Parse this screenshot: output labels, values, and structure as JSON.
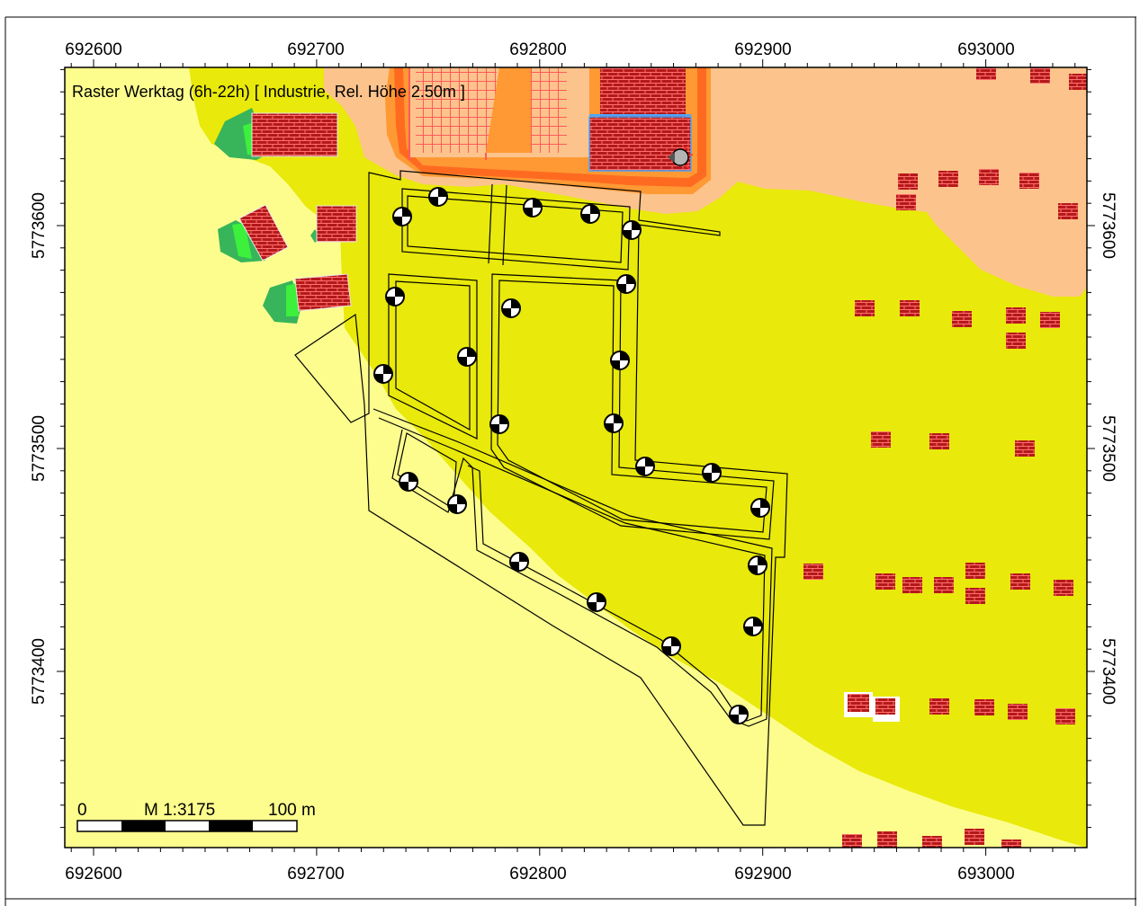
{
  "map": {
    "title": "Raster Werktag (6h-22h)  [ Industrie, Rel. Höhe  2.50m ]",
    "x_axis": {
      "ticks": [
        "692600",
        "692700",
        "692800",
        "692900",
        "693000"
      ]
    },
    "y_axis": {
      "ticks": [
        "5773600",
        "5773500",
        "5773400"
      ]
    },
    "scale_bar": {
      "zero": "0",
      "scale": "M 1:3175",
      "length": "100 m"
    }
  },
  "colors": {
    "zone_light": "#fdfd8e",
    "zone_yellow": "#e9e90b",
    "zone_peach": "#fcc38c",
    "zone_orange": "#ff9933",
    "zone_deep_orange": "#ff6a21",
    "zone_green": "#38b55a",
    "zone_dark_green": "#109c3c",
    "zone_lime": "#3cf03c",
    "building": "#b41919",
    "mortar": "#ff7070",
    "outline": "#000000"
  },
  "icons": {
    "receiver": "receiver-point-icon",
    "source": "noise-source-icon"
  }
}
